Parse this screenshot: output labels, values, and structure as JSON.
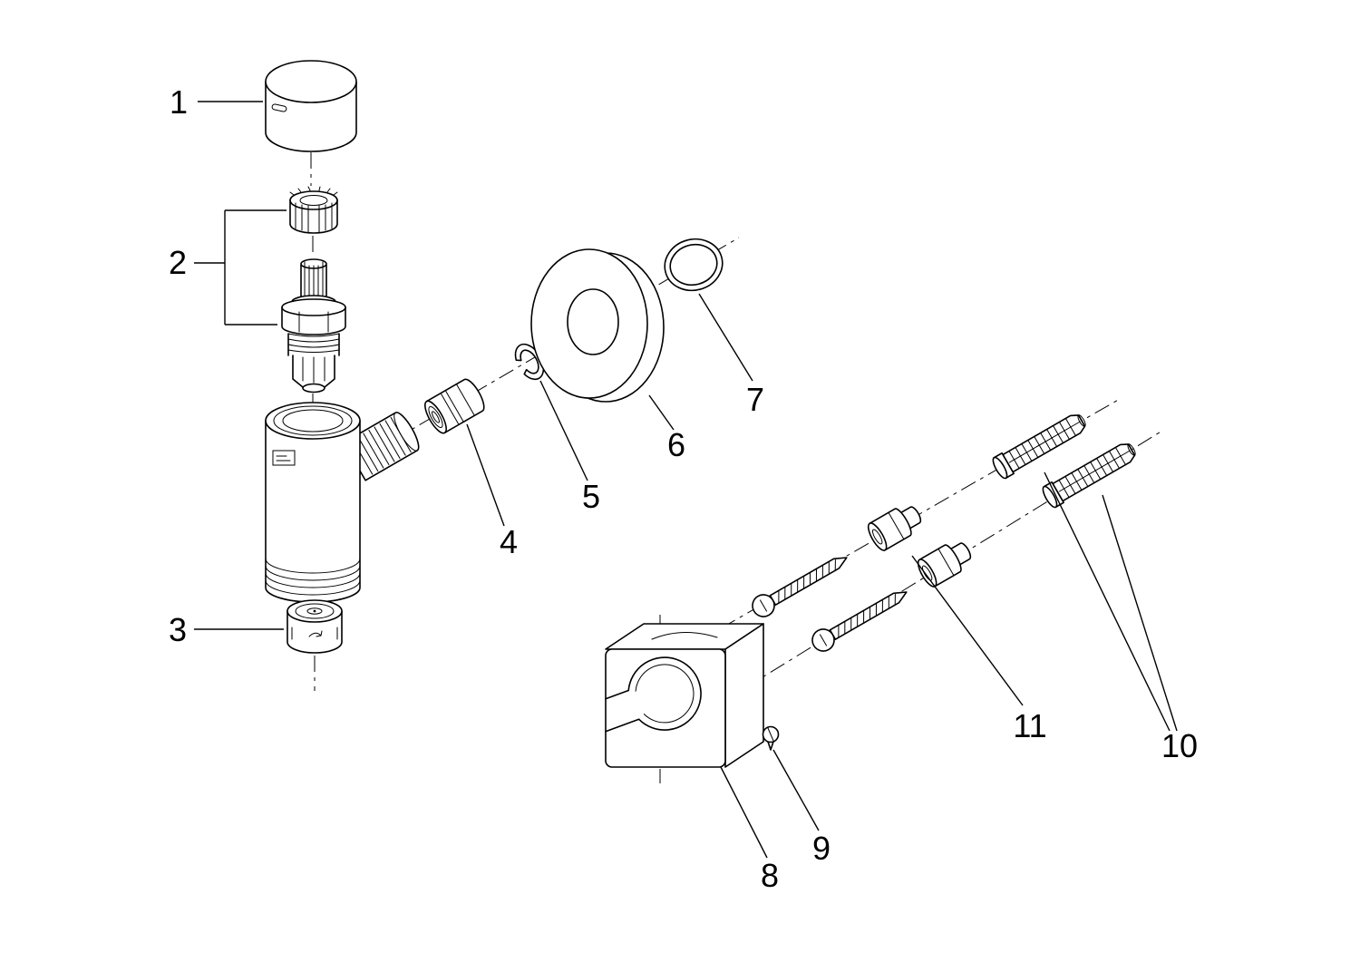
{
  "diagram": {
    "type": "exploded-parts-diagram",
    "background": "#ffffff",
    "line_color": "#000000",
    "callouts": [
      "1",
      "2",
      "3",
      "4",
      "5",
      "6",
      "7",
      "8",
      "9",
      "10",
      "11"
    ]
  }
}
